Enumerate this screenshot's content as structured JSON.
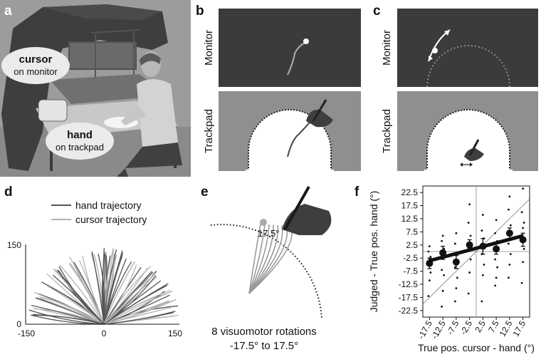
{
  "panels": {
    "a": {
      "label": "a",
      "cursor_word": "cursor",
      "cursor_rest": "on monitor",
      "hand_word": "hand",
      "hand_rest": "on trackpad"
    },
    "b": {
      "label": "b",
      "monitor": "Monitor",
      "trackpad": "Trackpad"
    },
    "c": {
      "label": "c",
      "monitor": "Monitor",
      "trackpad": "Trackpad"
    },
    "d": {
      "label": "d",
      "legend": [
        "hand trajectory",
        "cursor trajectory"
      ],
      "yticks": [
        "150",
        "0"
      ],
      "xticks": [
        "-150",
        "0",
        "150"
      ],
      "colors": {
        "hand": "#555555",
        "cursor": "#b3b3b3"
      }
    },
    "e": {
      "label": "e",
      "angle_label": "17.5°",
      "caption_line1": "8 visuomotor rotations",
      "caption_line2": "-17.5° to 17.5°"
    },
    "f": {
      "label": "f"
    }
  },
  "chart_data": {
    "type": "scatter",
    "xlabel": "True pos. cursor - hand (°)",
    "ylabel": "Judged - True pos. hand (°)",
    "x_ticks": [
      "-17.5",
      "-12.5",
      "-7.5",
      "-2.5",
      "2.5",
      "7.5",
      "12.5",
      "17.5"
    ],
    "y_ticks": [
      "22.5",
      "17.5",
      "12.5",
      "7.5",
      "2.5",
      "-2.5",
      "-7.5",
      "-12.5",
      "-17.5",
      "-22.5"
    ],
    "xlim": [
      -20,
      20
    ],
    "ylim": [
      -25,
      25
    ],
    "means": {
      "x": [
        -17.5,
        -12.5,
        -7.5,
        -2.5,
        2.5,
        7.5,
        12.5,
        17.5
      ],
      "y": [
        -4.5,
        -0.5,
        -4,
        2.5,
        2,
        1,
        7,
        4.5
      ],
      "err": [
        2,
        2.5,
        2.5,
        2,
        3,
        2,
        2,
        2.5
      ]
    },
    "fit": {
      "x": [
        -17.5,
        17.5
      ],
      "y": [
        -3.5,
        6
      ]
    },
    "identity_line": {
      "x": [
        -20,
        20
      ],
      "y": [
        -20,
        20
      ]
    },
    "individual_points": [
      {
        "x": -17.5,
        "y": [
          -17,
          -11,
          -8,
          -5,
          -3,
          -2,
          0,
          2
        ]
      },
      {
        "x": -12.5,
        "y": [
          -21,
          -15,
          -9,
          -7,
          -2,
          1,
          4,
          6
        ]
      },
      {
        "x": -7.5,
        "y": [
          -19,
          -14,
          -10,
          -6,
          -4,
          -1,
          3,
          7
        ]
      },
      {
        "x": -2.5,
        "y": [
          -16,
          -8,
          -3,
          1,
          3,
          6,
          11,
          18
        ]
      },
      {
        "x": 2.5,
        "y": [
          -19,
          -9,
          -5,
          -1,
          2,
          5,
          8,
          14
        ]
      },
      {
        "x": 7.5,
        "y": [
          -13,
          -10,
          -6,
          -3,
          1,
          4,
          7,
          12
        ]
      },
      {
        "x": 12.5,
        "y": [
          -10,
          -5,
          -1,
          3,
          7,
          10,
          16,
          21
        ]
      },
      {
        "x": 17.5,
        "y": [
          -12,
          -4,
          1,
          4,
          9,
          11,
          15,
          24
        ]
      }
    ]
  }
}
